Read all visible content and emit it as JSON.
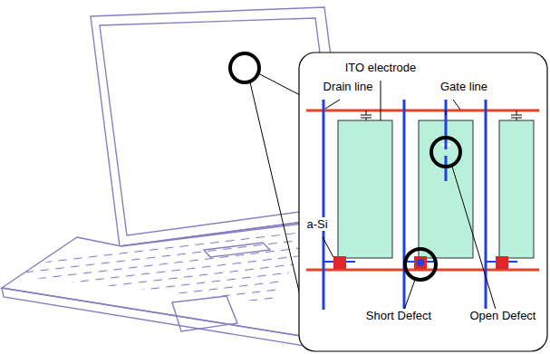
{
  "diagram": {
    "labels": [
      "ITO electrode",
      "Drain line",
      "Gate line",
      "a-Si",
      "Short Defect",
      "Open Defect"
    ]
  }
}
